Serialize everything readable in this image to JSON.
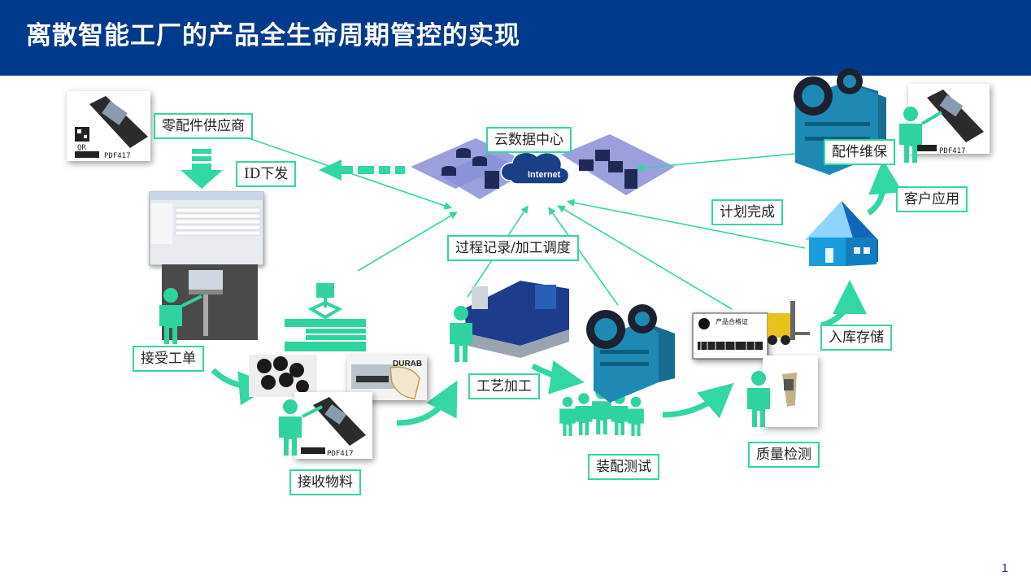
{
  "header": {
    "title": "离散智能工厂的产品全生命周期管控的实现"
  },
  "labels": {
    "supplier": "零配件供应商",
    "id_issue": "ID下发",
    "cloud": "云数据中心",
    "internet": "Internet",
    "plan_done": "计划完成",
    "maintenance": "配件维保",
    "customer": "客户应用",
    "process_record": "过程记录/加工调度",
    "receive_order": "接受工单",
    "receive_material": "接收物料",
    "craft": "工艺加工",
    "assembly_test": "装配测试",
    "quality": "质量检测",
    "warehouse": "入库存储"
  },
  "scanner_codes": {
    "qr": "QR",
    "pdf417": "PDF417"
  },
  "certificate": {
    "title": "产品合格证"
  },
  "tag": {
    "brand": "DURAB"
  },
  "page_number": "1",
  "colors": {
    "header": "#003a8c",
    "accent": "#33d6a5",
    "machine": "#1e8ab4",
    "house": "#1a9bdc"
  }
}
